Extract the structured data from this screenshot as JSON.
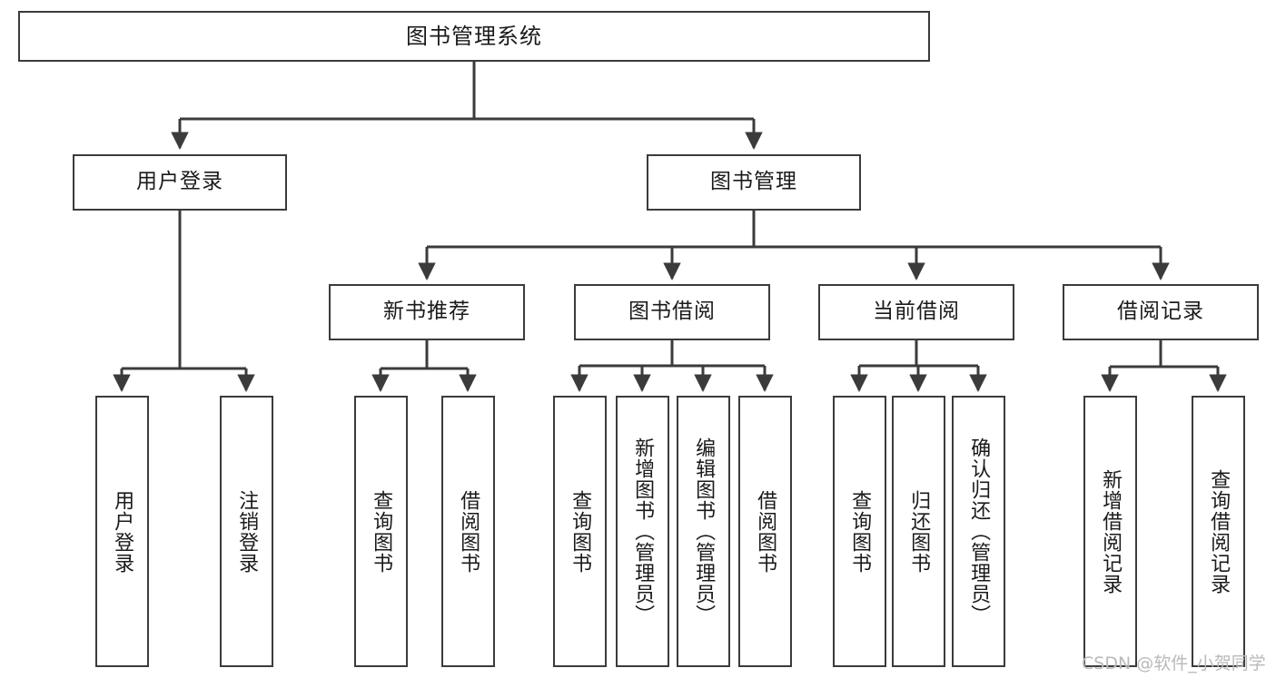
{
  "diagram": {
    "title": "图书管理系统",
    "type": "tree",
    "orientation": "top-down",
    "colors": {
      "box_border": "#3b3b3b",
      "box_fill": "#ffffff",
      "edge": "#3b3b3b",
      "text": "#1a1a1a",
      "background": "#ffffff",
      "watermark": "#b9b9b9"
    },
    "watermark": "CSDN @软件_小贺同学"
  },
  "nodes": {
    "root": {
      "label": "图书管理系统",
      "level": 1
    },
    "level2": [
      {
        "id": "user-login",
        "label": "用户登录"
      },
      {
        "id": "book-manage",
        "label": "图书管理"
      }
    ],
    "level3": [
      {
        "id": "new-book-recommend",
        "label": "新书推荐",
        "parent": "book-manage"
      },
      {
        "id": "book-borrow",
        "label": "图书借阅",
        "parent": "book-manage"
      },
      {
        "id": "current-borrow",
        "label": "当前借阅",
        "parent": "book-manage"
      },
      {
        "id": "borrow-record",
        "label": "借阅记录",
        "parent": "book-manage"
      }
    ],
    "leaves": {
      "user-login": [
        {
          "id": "leaf-user-login",
          "label": "用户登录"
        },
        {
          "id": "leaf-user-logout",
          "label": "注销登录"
        }
      ],
      "new-book-recommend": [
        {
          "id": "leaf-query-book-1",
          "label": "查询图书"
        },
        {
          "id": "leaf-borrow-book-1",
          "label": "借阅图书"
        }
      ],
      "book-borrow": [
        {
          "id": "leaf-query-book-2",
          "label": "查询图书"
        },
        {
          "id": "leaf-add-book",
          "label": "新增图书（管理员）"
        },
        {
          "id": "leaf-edit-book",
          "label": "编辑图书（管理员）"
        },
        {
          "id": "leaf-borrow-book-2",
          "label": "借阅图书"
        }
      ],
      "current-borrow": [
        {
          "id": "leaf-query-book-3",
          "label": "查询图书"
        },
        {
          "id": "leaf-return-book",
          "label": "归还图书"
        },
        {
          "id": "leaf-confirm-return",
          "label": "确认归还（管理员）"
        }
      ],
      "borrow-record": [
        {
          "id": "leaf-add-record",
          "label": "新增借阅记录"
        },
        {
          "id": "leaf-query-record",
          "label": "查询借阅记录"
        }
      ]
    }
  }
}
